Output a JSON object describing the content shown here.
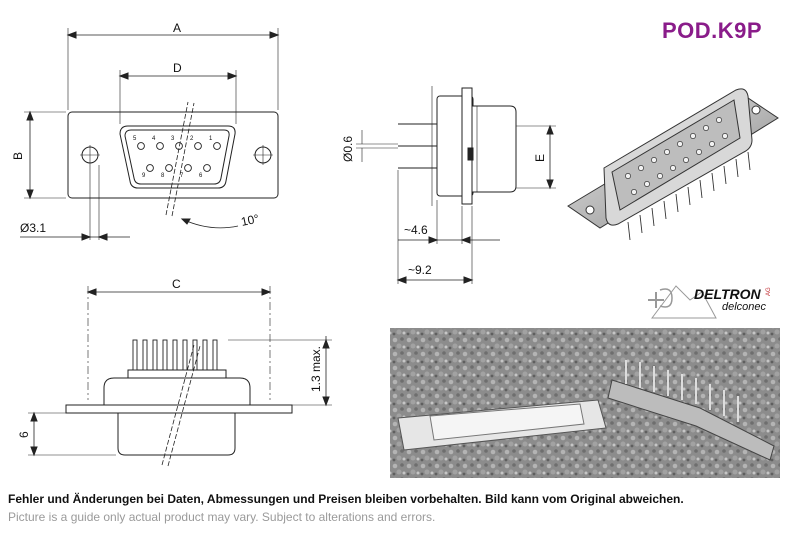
{
  "header": {
    "title": "POD.K9P"
  },
  "dimensions": {
    "a": "A",
    "b": "B",
    "c": "C",
    "d": "D",
    "e": "E",
    "hole_dia": "Ø3.1",
    "pin_dia": "Ø0.6",
    "angle": "10°",
    "depth_46": "~4.6",
    "depth_92": "~9.2",
    "pin_len": "1.3 max.",
    "height_6": "6"
  },
  "pin_numbers": [
    "5",
    "4",
    "3",
    "2",
    "1",
    "9",
    "8",
    "7",
    "6"
  ],
  "brand": {
    "name": "DELTRON",
    "sub": "delconec",
    "ag": "AG"
  },
  "footer": {
    "de": "Fehler und Änderungen bei Daten, Abmessungen und Preisen bleiben vorbehalten. Bild kann vom Original abweichen.",
    "en": "Picture is a guide only actual product may vary. Subject to alterations and errors."
  },
  "colors": {
    "title": "#8a1c8a",
    "line": "#222222"
  }
}
